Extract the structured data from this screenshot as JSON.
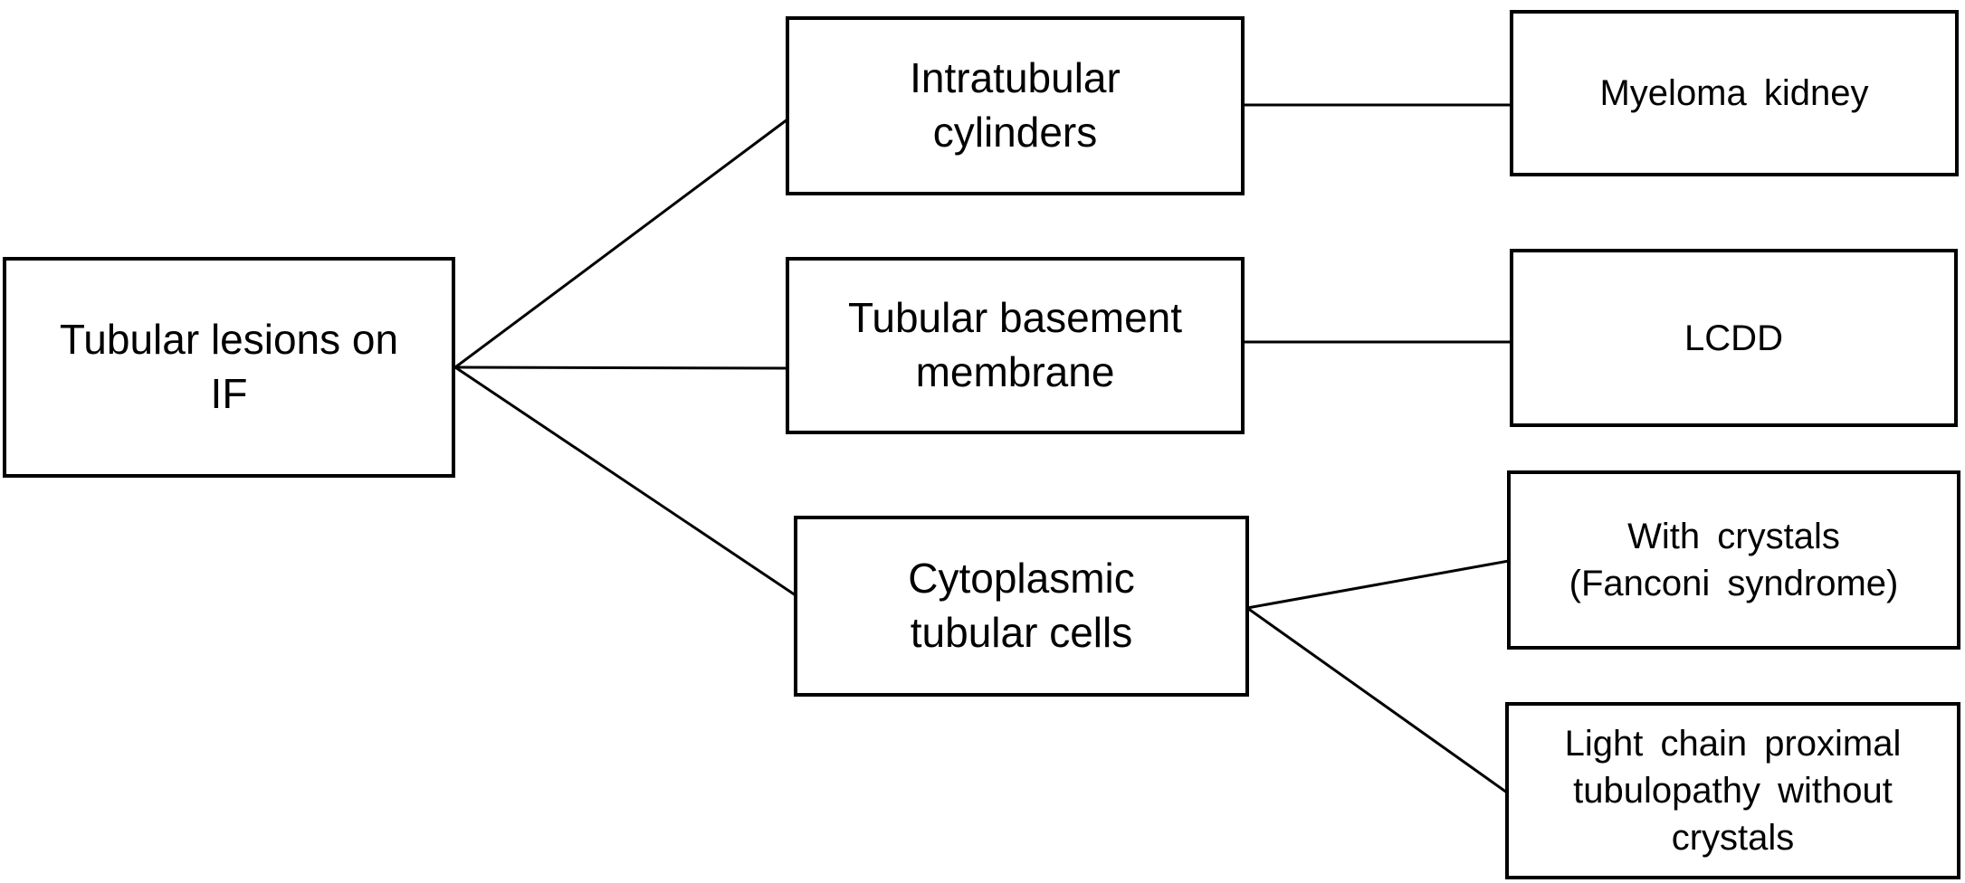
{
  "diagram": {
    "colors": {
      "background": "#ffffff",
      "box_border": "#000000",
      "box_fill": "#ffffff",
      "text": "#000000",
      "line": "#000000"
    },
    "nodes": {
      "root": {
        "label": "Tubular lesions on\nIF"
      },
      "intratubular": {
        "label": "Intratubular\ncylinders"
      },
      "tbm": {
        "label": "Tubular basement\nmembrane"
      },
      "cytoplasmic": {
        "label": "Cytoplasmic\ntubular cells"
      },
      "myeloma": {
        "label": "Myeloma kidney"
      },
      "lcdd": {
        "label": "LCDD"
      },
      "crystals": {
        "label": "With crystals\n(Fanconi syndrome)"
      },
      "nocrystals": {
        "label": "Light chain proximal\ntubulopathy without\ncrystals"
      }
    },
    "edges": [
      {
        "from": "root",
        "to": "intratubular"
      },
      {
        "from": "root",
        "to": "tbm"
      },
      {
        "from": "root",
        "to": "cytoplasmic"
      },
      {
        "from": "intratubular",
        "to": "myeloma"
      },
      {
        "from": "tbm",
        "to": "lcdd"
      },
      {
        "from": "cytoplasmic",
        "to": "crystals"
      },
      {
        "from": "cytoplasmic",
        "to": "nocrystals"
      }
    ]
  }
}
